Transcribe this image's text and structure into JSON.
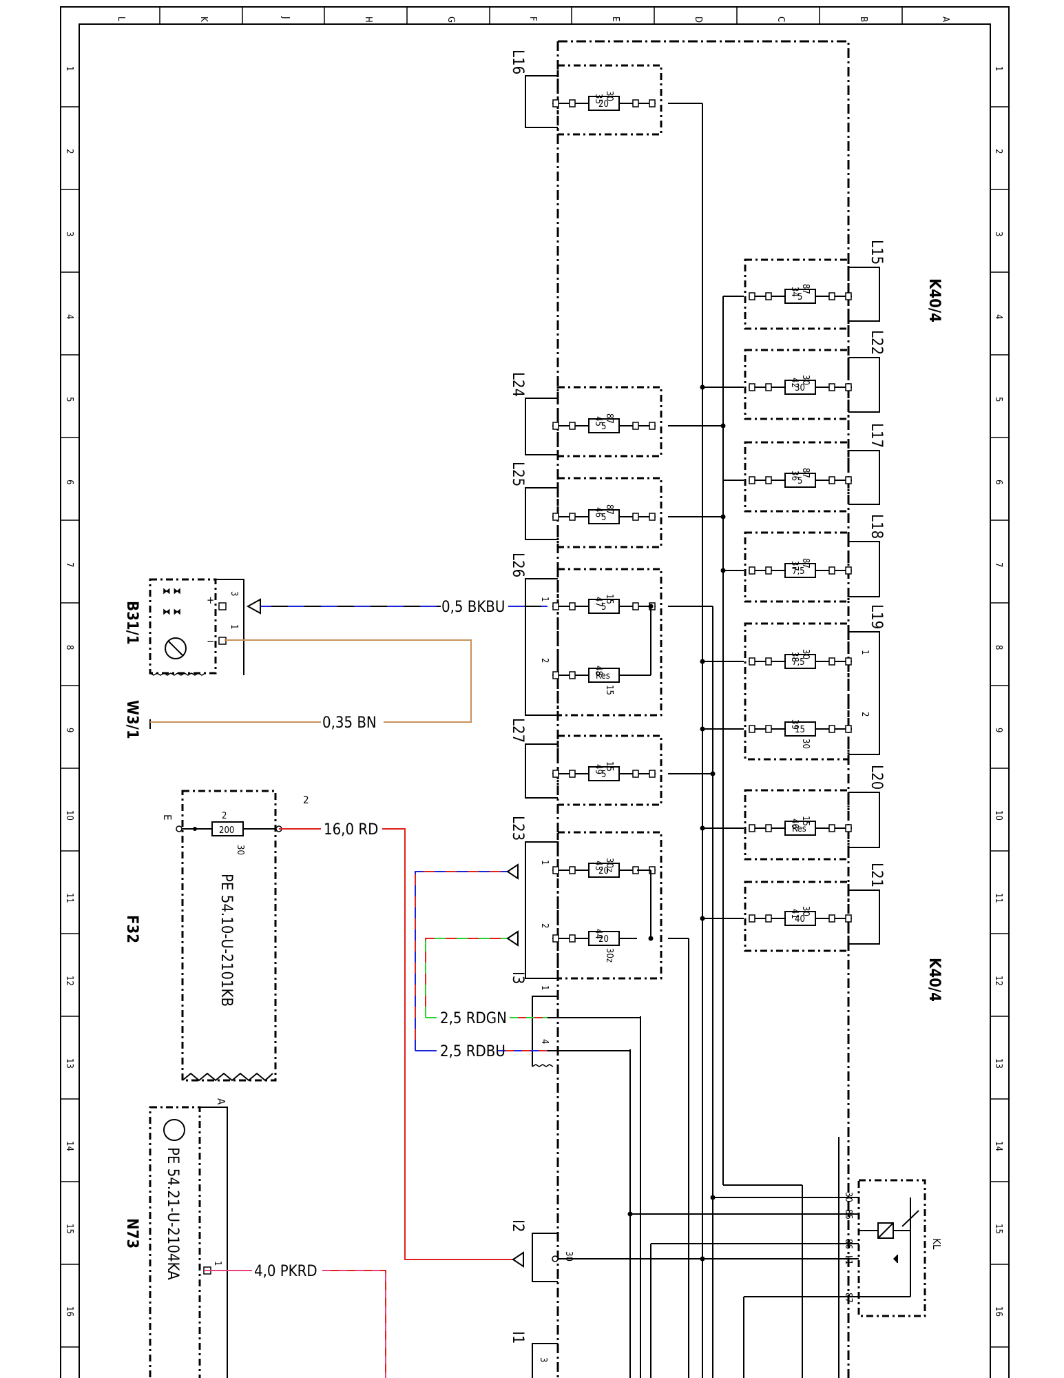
{
  "grid": {
    "columns": [
      "L",
      "K",
      "J",
      "H",
      "G",
      "F",
      "E",
      "D",
      "C",
      "B",
      "A"
    ],
    "rows": [
      "1",
      "2",
      "3",
      "4",
      "5",
      "6",
      "7",
      "8",
      "9",
      "10",
      "11",
      "12",
      "13",
      "14",
      "15",
      "16"
    ]
  },
  "components": {
    "fuse_box_label_top": "K40/4",
    "fuse_box_label_bottom": "K40/4",
    "relay_label": "KL",
    "b31": "B31/1",
    "w3": "W3/1",
    "f32": "F32",
    "n73": "N73",
    "f32_ref": "PE 54.10-U-2101KB",
    "n73_ref": "PE 54.21-U-2104KA",
    "f32_terminal_e": "E",
    "f32_terminal_a": "A",
    "f32_pin_2": "2",
    "n73_pin_1": "1"
  },
  "connectors": [
    "L16",
    "L15",
    "L22",
    "L17",
    "L18",
    "L19",
    "L20",
    "L21",
    "L24",
    "L25",
    "L26",
    "L27",
    "L23",
    "I3",
    "I2",
    "I1"
  ],
  "fuses_left": [
    {
      "num": "35",
      "rating": "20",
      "term": "30"
    },
    {
      "num": "45",
      "rating": "5",
      "term": "87"
    },
    {
      "num": "46",
      "rating": "5",
      "term": "87"
    },
    {
      "num": "47",
      "rating": "5",
      "term": "15"
    },
    {
      "num": "48",
      "rating": "Res",
      "term": "15"
    },
    {
      "num": "49",
      "rating": "5",
      "term": "15"
    },
    {
      "num": "43",
      "rating": "20",
      "term": "30z"
    },
    {
      "num": "44",
      "rating": "20",
      "term": "30z"
    }
  ],
  "fuses_right": [
    {
      "num": "34",
      "rating": "5",
      "term": "87"
    },
    {
      "num": "42",
      "rating": "30",
      "term": "30"
    },
    {
      "num": "36",
      "rating": "5",
      "term": "87"
    },
    {
      "num": "37",
      "rating": "7,5",
      "term": "87"
    },
    {
      "num": "38",
      "rating": "7,5",
      "term": "30"
    },
    {
      "num": "39",
      "rating": "15",
      "term": "30"
    },
    {
      "num": "40",
      "rating": "Res",
      "term": "15"
    },
    {
      "num": "41",
      "rating": "40",
      "term": "30"
    }
  ],
  "f32_fuse": {
    "num": "2",
    "rating": "200",
    "term": "30"
  },
  "pins": {
    "l26_1": "1",
    "l26_2": "2",
    "l19_1": "1",
    "l19_2": "2",
    "l23_1": "1",
    "l23_2": "2",
    "i3_1": "1",
    "i3_4": "4",
    "i1_3": "3",
    "i2_30": "30",
    "b31_3": "3",
    "b31_1": "1",
    "b31_plus": "+",
    "b31_minus": "−"
  },
  "relay_pins": [
    "30",
    "85",
    "86",
    "L1",
    "87"
  ],
  "wires": {
    "w_bkbu": "0,5 BKBU",
    "w_bn": "0,35 BN",
    "w_rd": "16,0 RD",
    "w_rdgn": "2,5 RDGN",
    "w_rdbu": "2,5 RDBU",
    "w_pkrd": "4,0 PKRD"
  },
  "wire_colors": {
    "black": "#000000",
    "blue": "#1a22d8",
    "brown": "#c8915a",
    "red": "#e0201a",
    "green": "#28d428",
    "pink": "#e8407a"
  }
}
